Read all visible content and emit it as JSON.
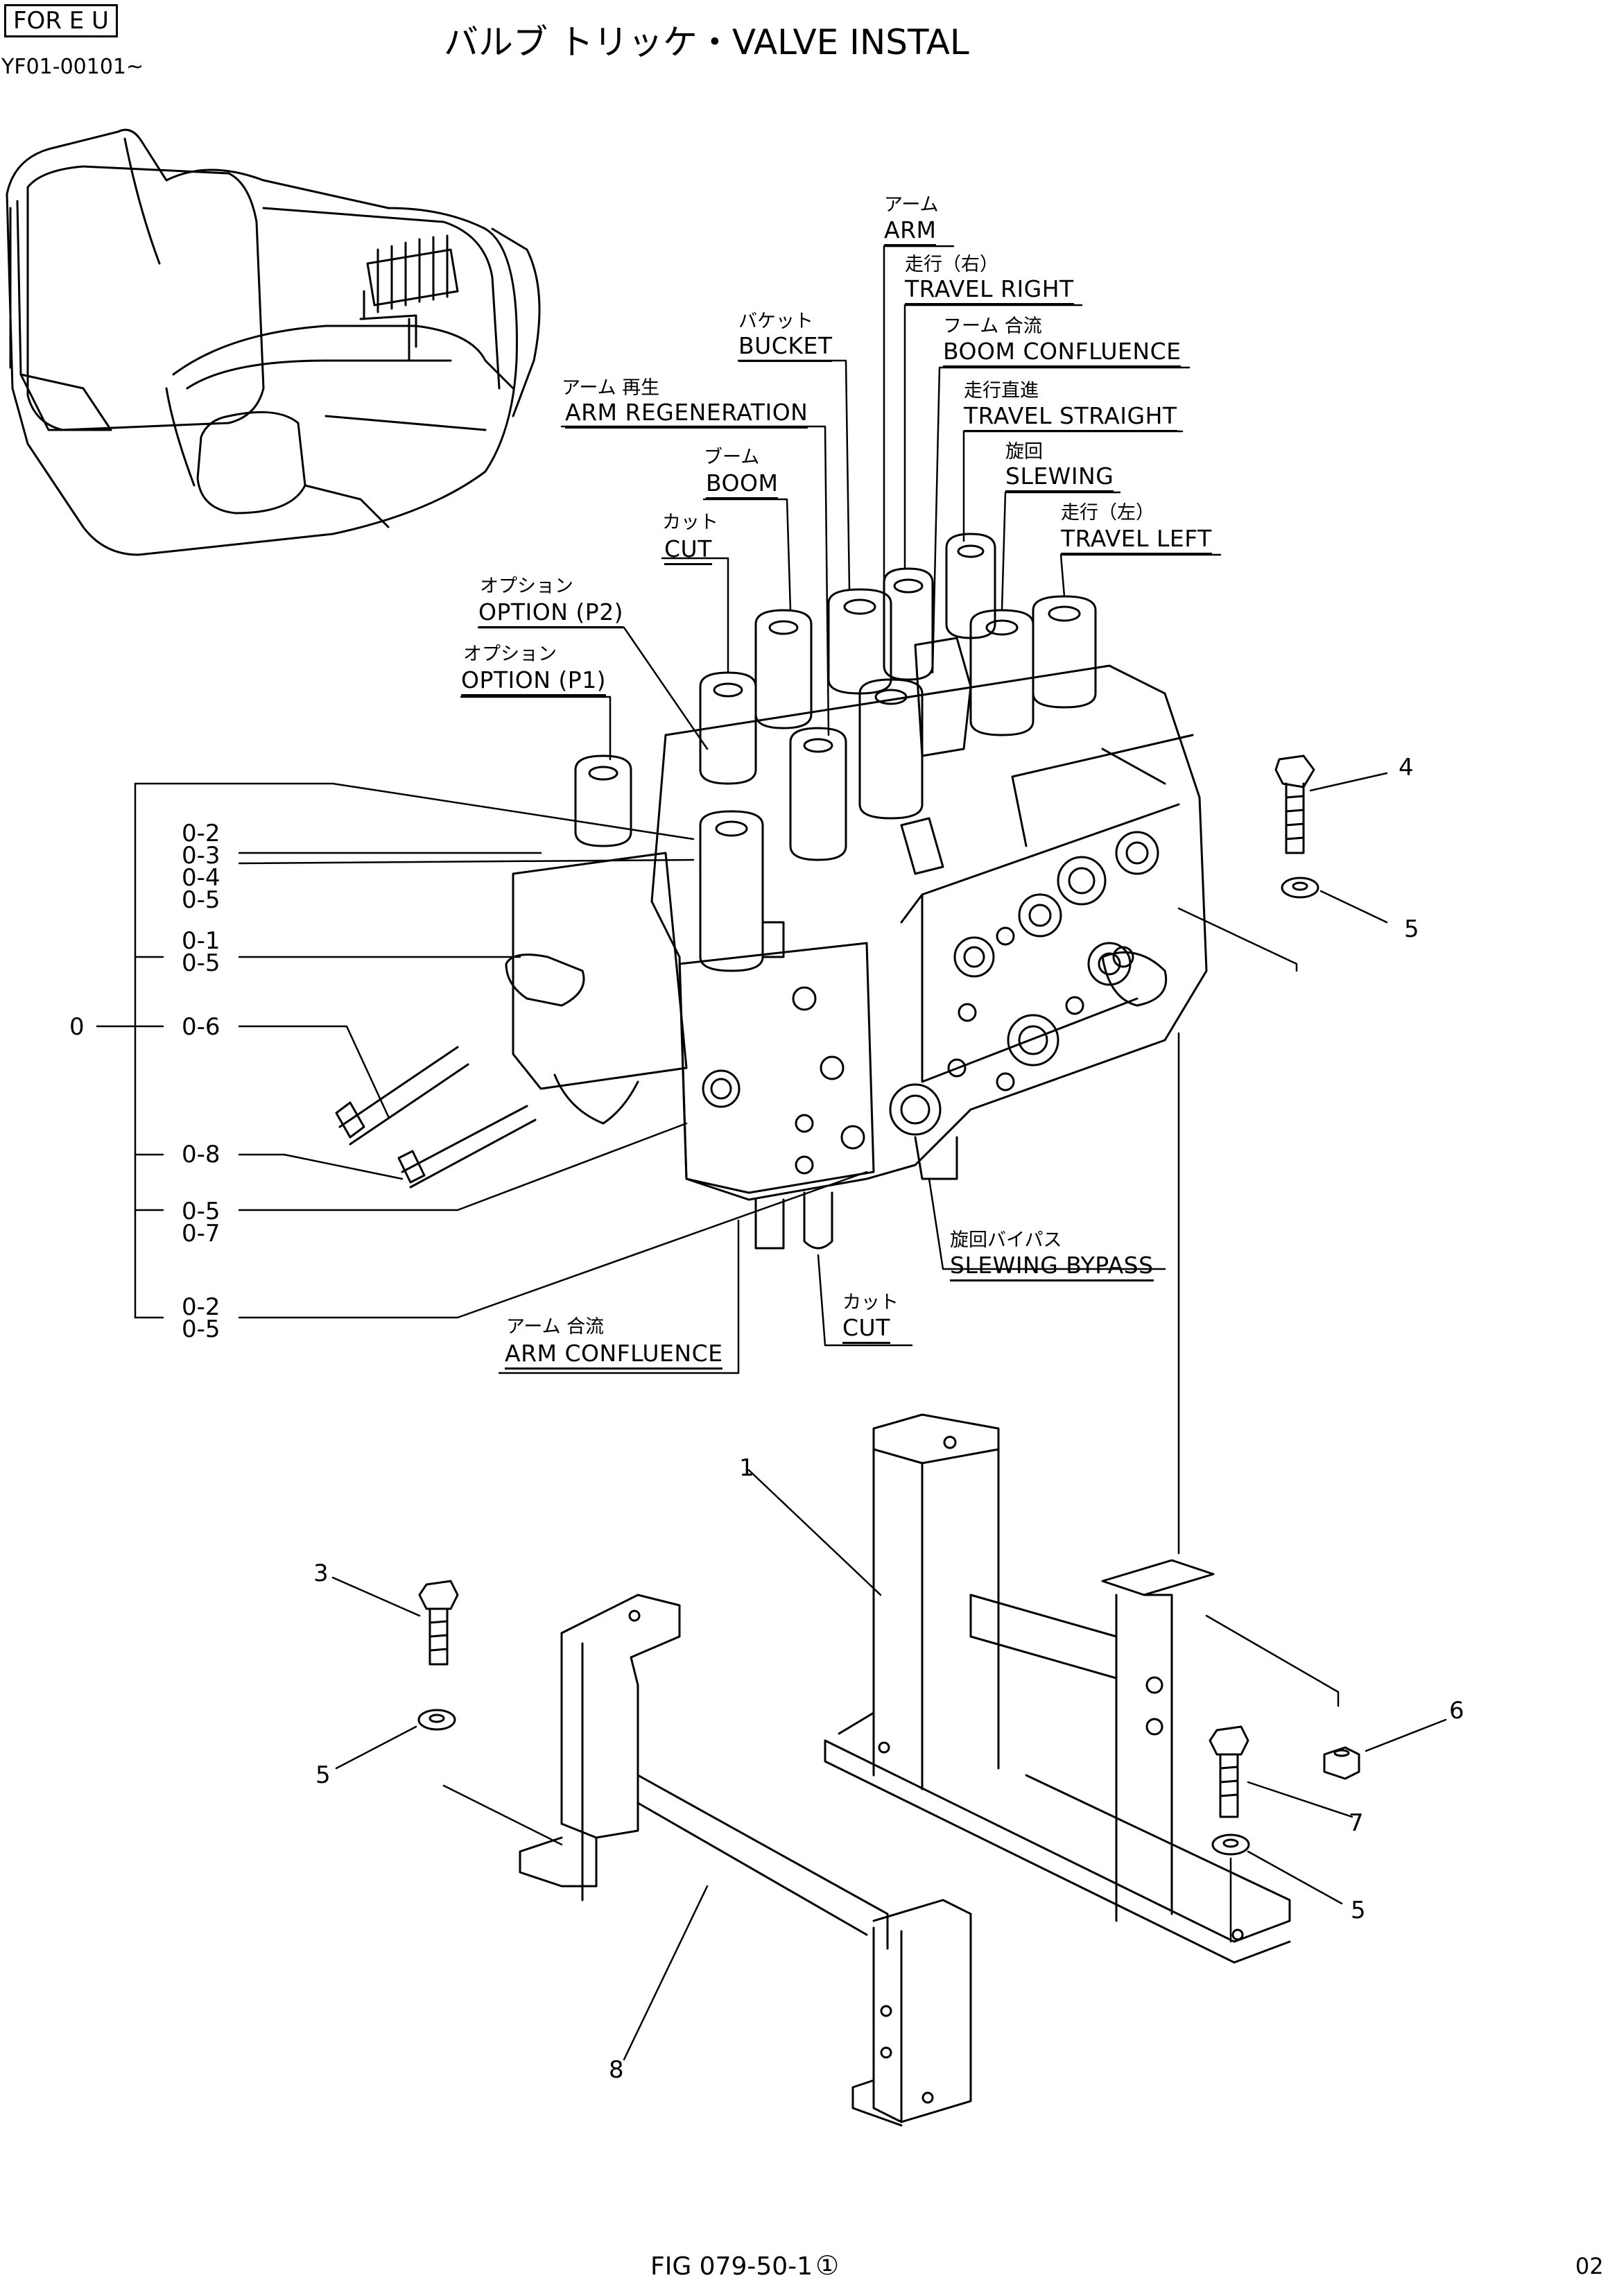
{
  "header": {
    "region_tag": "FOR E U",
    "serial": "YF01-00101~",
    "title": "バルブ トリッケ・VALVE INSTAL"
  },
  "valve_labels": [
    {
      "jp": "アーム",
      "en": "ARM"
    },
    {
      "jp": "走行（右）",
      "en": "TRAVEL RIGHT"
    },
    {
      "jp": "バケット",
      "en": "BUCKET"
    },
    {
      "jp": "フーム 合流",
      "en": "BOOM CONFLUENCE"
    },
    {
      "jp": "走行直進",
      "en": "TRAVEL STRAIGHT"
    },
    {
      "jp": "アーム 再生",
      "en": "ARM  REGENERATION"
    },
    {
      "jp": "旋回",
      "en": "SLEWING"
    },
    {
      "jp": "ブーム",
      "en": "BOOM"
    },
    {
      "jp": "走行（左）",
      "en": "TRAVEL LEFT"
    },
    {
      "jp": "カット",
      "en": "CUT"
    },
    {
      "jp": "オプション",
      "en": "OPTION (P2)"
    },
    {
      "jp": "オプション",
      "en": "OPTION (P1)"
    },
    {
      "jp": "旋回バイパス",
      "en": "SLEWING BYPASS"
    },
    {
      "jp": "カット",
      "en": "CUT"
    },
    {
      "jp": "アーム 合流",
      "en": "ARM CONFLUENCE"
    }
  ],
  "subparts": {
    "root": "0",
    "g1": [
      "0-2",
      "0-3",
      "0-4",
      "0-5"
    ],
    "g2": [
      "0-1",
      "0-5"
    ],
    "g3": [
      "0-6"
    ],
    "g4": [
      "0-8"
    ],
    "g5": [
      "0-5",
      "0-7"
    ],
    "g6": [
      "0-2",
      "0-5"
    ]
  },
  "callouts": [
    "1",
    "3",
    "4",
    "5",
    "5",
    "5",
    "5",
    "6",
    "7",
    "8"
  ],
  "footer": {
    "figure": "FIG 079-50-1",
    "circled": "①",
    "page": "02"
  }
}
